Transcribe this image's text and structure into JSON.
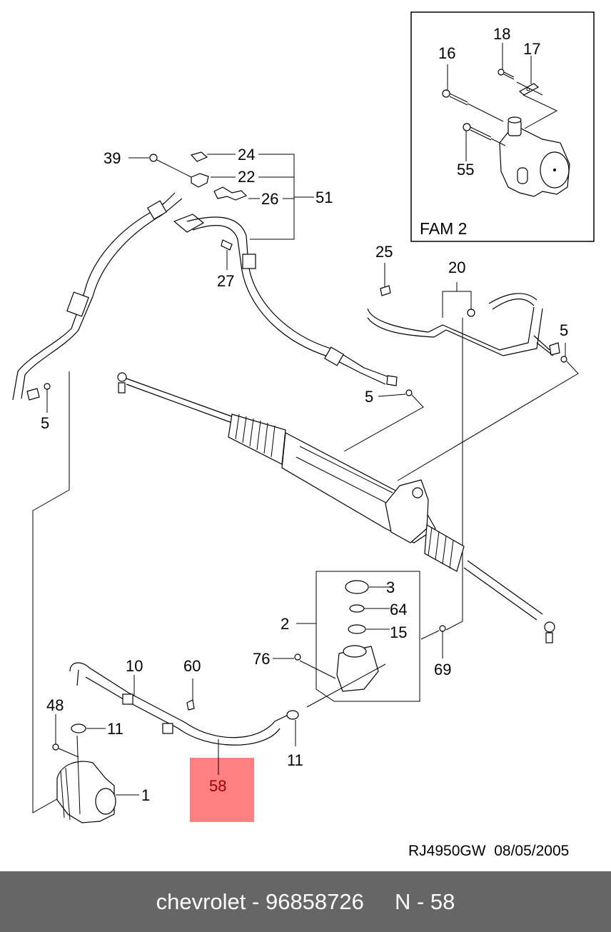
{
  "diagram": {
    "inset": {
      "title": "FAM 2",
      "callouts": [
        "16",
        "18",
        "17",
        "55"
      ]
    },
    "callouts": {
      "c39": "39",
      "c24": "24",
      "c22": "22",
      "c26": "26",
      "c51": "51",
      "c27": "27",
      "c25": "25",
      "c20": "20",
      "c5a": "5",
      "c5b": "5",
      "c5c": "5",
      "c3": "3",
      "c64": "64",
      "c2": "2",
      "c15": "15",
      "c76": "76",
      "c69": "69",
      "c10": "10",
      "c60": "60",
      "c48": "48",
      "c11a": "11",
      "c11b": "11",
      "c1": "1"
    },
    "highlight": {
      "label": "58",
      "color": "#ff8080",
      "text_color": "#a00000"
    },
    "reference": "RJ4950GW  08/05/2005"
  },
  "footer": {
    "brand": "chevrolet",
    "part_number": "96858726",
    "position": "N - 58",
    "text": "chevrolet - 96858726     N - 58"
  }
}
